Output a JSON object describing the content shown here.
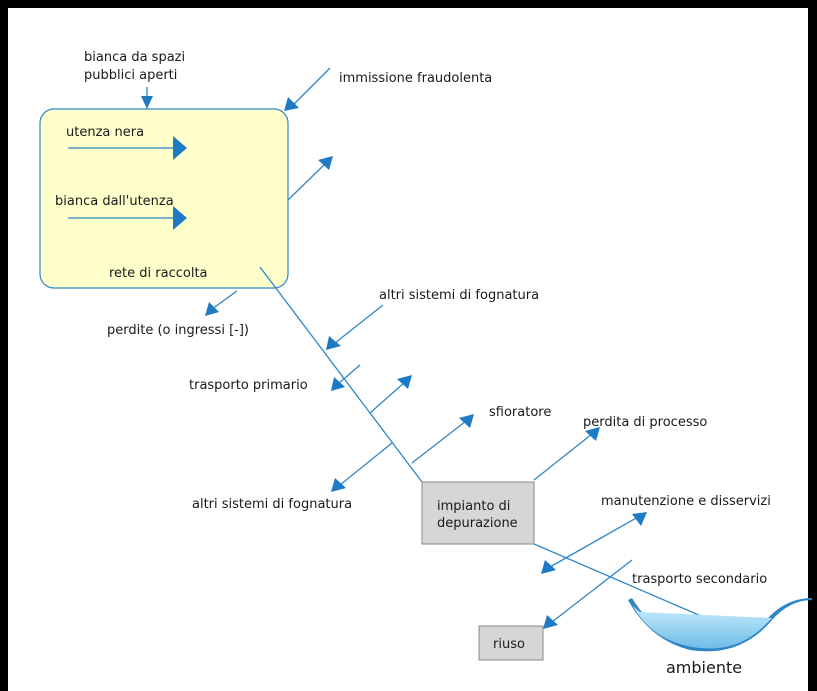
{
  "labels": {
    "bianca_spazi_1": "bianca da spazi",
    "bianca_spazi_2": "pubblici aperti",
    "immissione": "immissione fraudolenta",
    "utenza_nera": "utenza nera",
    "bianca_utenza": "bianca dall'utenza",
    "rete": "rete di raccolta",
    "altri_sistemi_in": "altri sistemi di fognatura",
    "perdite": "perdite (o ingressi [-])",
    "trasporto_primario": "trasporto primario",
    "sfioratore": "sfioratore",
    "perdita_processo": "perdita di processo",
    "altri_sistemi_out": "altri sistemi di fognatura",
    "impianto_1": "impianto di",
    "impianto_2": "depurazione",
    "manutenzione": "manutenzione e disservizi",
    "trasporto_secondario": "trasporto secondario",
    "riuso": "riuso",
    "ambiente": "ambiente"
  },
  "colors": {
    "arrow": "#2e86c8",
    "arrowhead": "#1f7ac4",
    "network_fill": "#ffffcc",
    "box_fill": "#d6d6d6",
    "water": "#9fd4f2"
  }
}
